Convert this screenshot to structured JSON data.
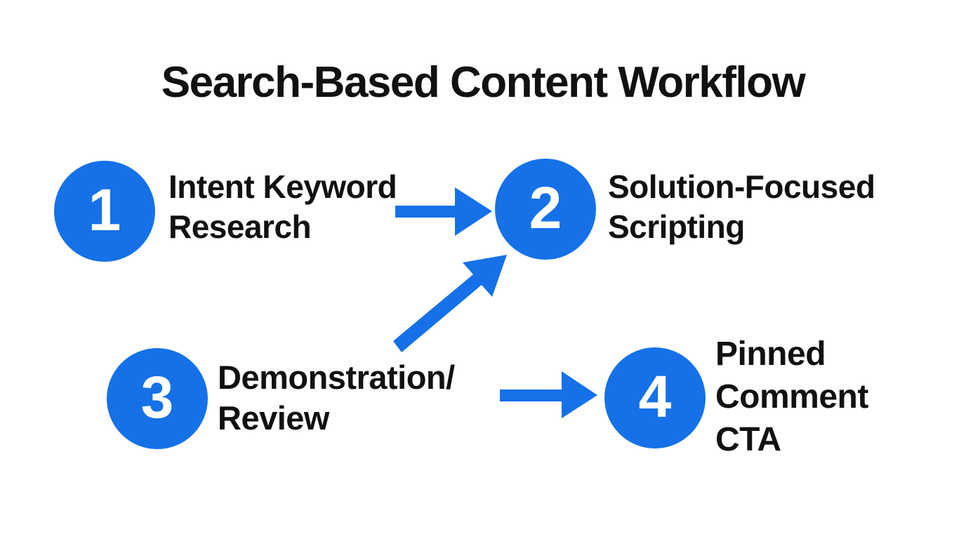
{
  "title": "Search-Based Content Workflow",
  "colors": {
    "accent_blue": "#1671e8",
    "text": "#111111",
    "number_text": "#ffffff",
    "background": "#ffffff"
  },
  "nodes": [
    {
      "number": "1",
      "label_lines": [
        "Intent Keyword",
        "Research"
      ]
    },
    {
      "number": "2",
      "label_lines": [
        "Solution-Focused",
        "Scripting"
      ]
    },
    {
      "number": "3",
      "label_lines": [
        "Demonstration/",
        "Review"
      ]
    },
    {
      "number": "4",
      "label_lines": [
        "Pinned",
        "Comment",
        "CTA"
      ]
    }
  ],
  "arrows": [
    {
      "from_step": "1",
      "to_step": "2",
      "direction": "right"
    },
    {
      "from_step": "3",
      "to_step": "2",
      "direction": "up-right"
    },
    {
      "from_step": "3",
      "to_step": "4",
      "direction": "right"
    }
  ]
}
